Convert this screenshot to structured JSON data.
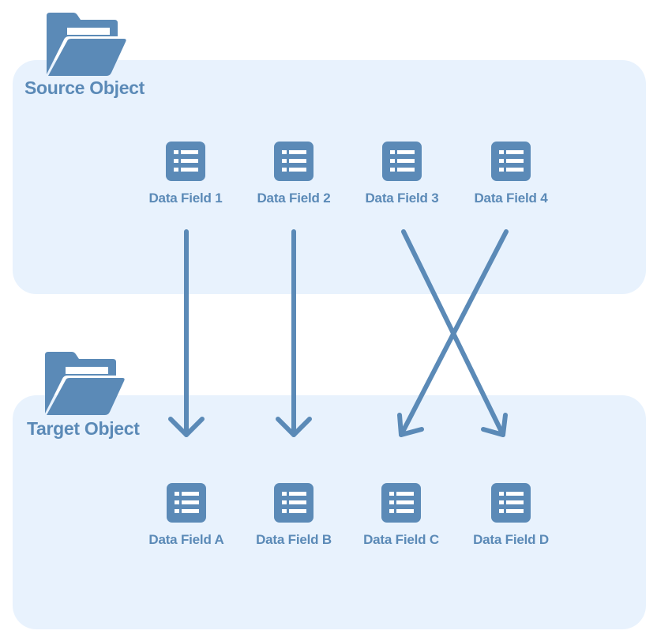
{
  "colors": {
    "panel_bg": "#e8f2fd",
    "accent": "#5b8ab7"
  },
  "source": {
    "title": "Source Object",
    "icon": "folder-open-icon",
    "fields": [
      {
        "label": "Data Field 1",
        "icon": "list-icon"
      },
      {
        "label": "Data Field 2",
        "icon": "list-icon"
      },
      {
        "label": "Data Field 3",
        "icon": "list-icon"
      },
      {
        "label": "Data Field 4",
        "icon": "list-icon"
      }
    ]
  },
  "target": {
    "title": "Target Object",
    "icon": "folder-open-icon",
    "fields": [
      {
        "label": "Data Field A",
        "icon": "list-icon"
      },
      {
        "label": "Data Field B",
        "icon": "list-icon"
      },
      {
        "label": "Data Field C",
        "icon": "list-icon"
      },
      {
        "label": "Data Field D",
        "icon": "list-icon"
      }
    ]
  },
  "mappings": [
    {
      "from": "Data Field 1",
      "to": "Data Field A"
    },
    {
      "from": "Data Field 2",
      "to": "Data Field B"
    },
    {
      "from": "Data Field 3",
      "to": "Data Field D"
    },
    {
      "from": "Data Field 4",
      "to": "Data Field C"
    }
  ]
}
